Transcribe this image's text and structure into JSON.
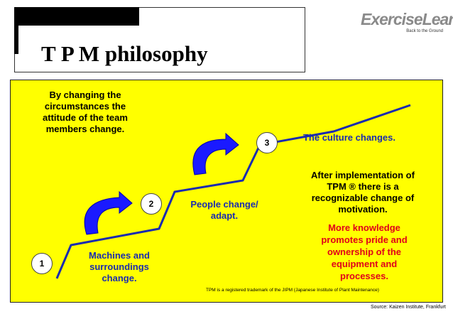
{
  "title": "T P M philosophy",
  "logo": {
    "name": "ExerciseLean",
    "tagline": "Back to the Ground"
  },
  "intro_text": "By changing the circumstances the attitude of the team members change.",
  "steps": [
    {
      "number": "1",
      "label": "Machines and surroundings change."
    },
    {
      "number": "2",
      "label": "People change/ adapt."
    },
    {
      "number": "3",
      "label": "The culture changes."
    }
  ],
  "implementation_text": "After implementation of TPM ® there is a recognizable change of motivation.",
  "knowledge_text": "More knowledge promotes pride and ownership of the equipment and processes.",
  "trademark_note": "TPM is a registered trademark of the JIPM (Japanese Institute of Plant Maintenance)",
  "source": "Source: Kaizen Institute, Frankfurt",
  "colors": {
    "panel": "#ffff00",
    "line": "#1a2bb0",
    "arrow": "#1a1aff",
    "highlight": "#e0001a"
  }
}
